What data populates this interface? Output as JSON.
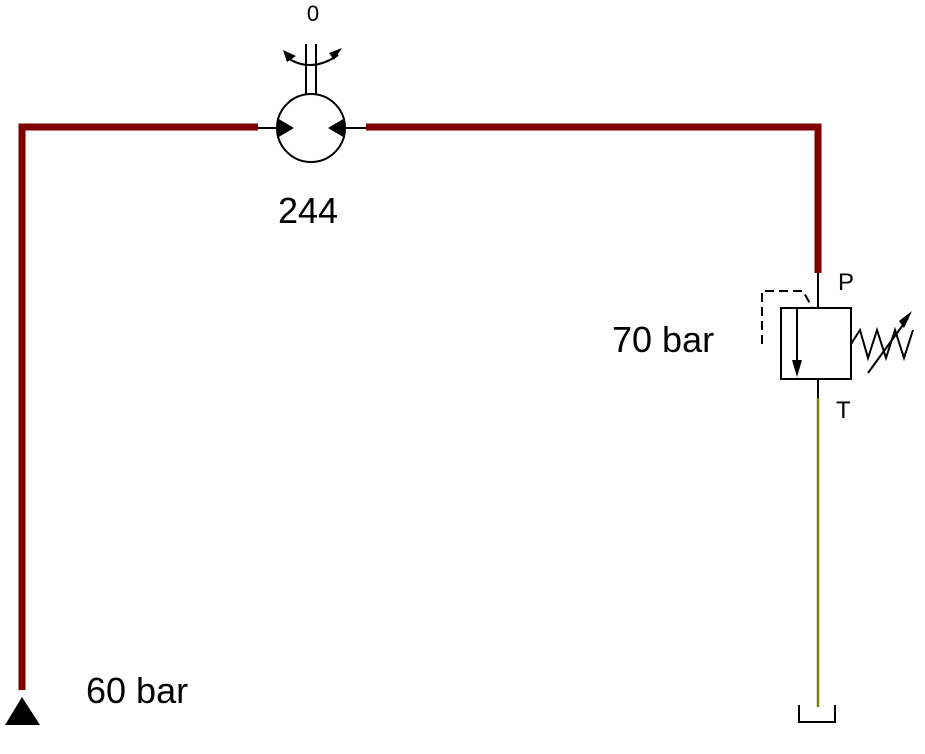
{
  "colors": {
    "pressure_line": "#800000",
    "tank_line": "#808000",
    "symbol": "#000000",
    "background": "#ffffff"
  },
  "motor": {
    "speed_label": "0",
    "value_label": "244"
  },
  "relief_valve": {
    "setting_label": "70 bar",
    "port_p": "P",
    "port_t": "T"
  },
  "source": {
    "pressure_label": "60 bar"
  }
}
